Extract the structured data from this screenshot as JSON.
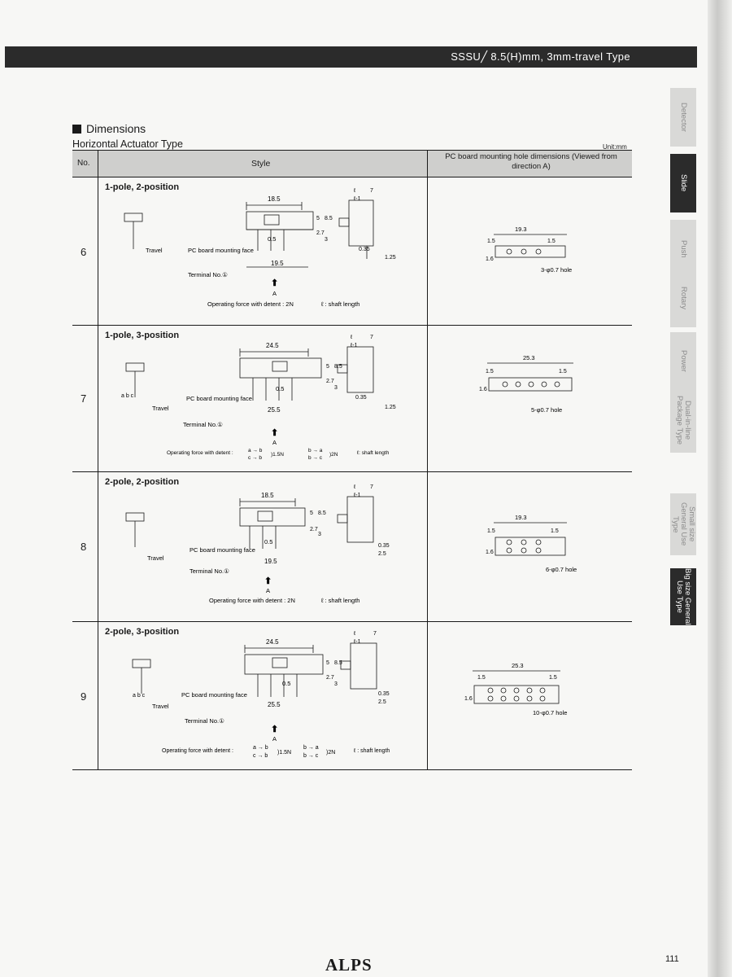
{
  "header": {
    "title": "SSSU╱ 8.5(H)mm, 3mm-travel Type"
  },
  "side_tabs": [
    {
      "label": "Detector",
      "active": false
    },
    {
      "label": "Slide",
      "active": true
    },
    {
      "label": "Push",
      "active": false
    },
    {
      "label": "Rotary",
      "active": false
    },
    {
      "label": "Power",
      "active": false
    },
    {
      "label": "Dual-in-line Package Type",
      "active": false
    },
    {
      "label": "Small size General Use Type",
      "active": false
    },
    {
      "label": "Big size General Use Type",
      "active": true
    }
  ],
  "section": {
    "heading": "Dimensions",
    "subheading": "Horizontal Actuator Type",
    "unit": "Unit:mm"
  },
  "table": {
    "col_no": "No.",
    "col_style": "Style",
    "col_pc": "PC board mounting hole dimensions (Viewed from direction A)",
    "rows": [
      {
        "no": "6",
        "title": "1-pole, 2-position",
        "width_dim": "18.5",
        "bottom_dim": "19.5",
        "operating_force": "Operating force with detent : 2N",
        "shaft_note": "ℓ : shaft length",
        "pc_width": "19.3",
        "pc_hole": "3-φ0.7 hole",
        "terminal": "Terminal No.①",
        "pcb_face": "PC board mounting face",
        "travel": "Travel",
        "letter_a": "A",
        "d_0_5": "0.5",
        "d_3": "3",
        "d_2_7": "2.7",
        "d_5": "5",
        "d_8_5": "8.5",
        "d_l": "ℓ",
        "d_l1": "ℓ-1",
        "d_7": "7",
        "d_035": "0.35",
        "d_125": "1.25",
        "d_15": "1.5",
        "d_16": "1.6"
      },
      {
        "no": "7",
        "title": "1-pole, 3-position",
        "width_dim": "24.5",
        "bottom_dim": "25.5",
        "operating_force": "Operating force with detent :",
        "force_ab": "a → b",
        "force_cb": "c → b",
        "force_15": ")1.5N",
        "force_ba": "b → a",
        "force_bc": "b → c",
        "force_2": ")2N",
        "shaft_note": "ℓ: shaft length",
        "pc_width": "25.3",
        "pc_hole": "5-φ0.7 hole",
        "terminal": "Terminal No.①",
        "pcb_face": "PC board mounting face",
        "travel": "Travel",
        "letter_a": "A",
        "letters": "a b c",
        "d_0_5": "0.5",
        "d_3": "3",
        "d_2_7": "2.7",
        "d_5": "5",
        "d_8_5": "8.5",
        "d_l": "ℓ",
        "d_l1": "ℓ-1",
        "d_7": "7",
        "d_035": "0.35",
        "d_125": "1.25",
        "d_15": "1.5",
        "d_16": "1.6"
      },
      {
        "no": "8",
        "title": "2-pole, 2-position",
        "width_dim": "18.5",
        "bottom_dim": "19.5",
        "operating_force": "Operating force with detent : 2N",
        "shaft_note": "ℓ : shaft length",
        "pc_width": "19.3",
        "pc_hole": "6-φ0.7 hole",
        "terminal": "Terminal No.①",
        "pcb_face": "PC board mounting face",
        "travel": "Travel",
        "letter_a": "A",
        "d_0_5": "0.5",
        "d_3": "3",
        "d_2_7": "2.7",
        "d_5": "5",
        "d_8_5": "8.5",
        "d_l": "ℓ",
        "d_l1": "ℓ-1",
        "d_7": "7",
        "d_035": "0.35",
        "d_25": "2.5",
        "d_15": "1.5",
        "d_16": "1.6"
      },
      {
        "no": "9",
        "title": "2-pole, 3-position",
        "width_dim": "24.5",
        "bottom_dim": "25.5",
        "operating_force": "Operating force with detent :",
        "force_ab": "a → b",
        "force_cb": "c → b",
        "force_15": ")1.5N",
        "force_ba": "b → a",
        "force_bc": "b → c",
        "force_2": ")2N",
        "shaft_note": "ℓ : shaft length",
        "pc_width": "25.3",
        "pc_hole": "10-φ0.7 hole",
        "terminal": "Terminal No.①",
        "pcb_face": "PC board mounting face",
        "travel": "Travel",
        "letter_a": "A",
        "letters": "a b c",
        "d_0_5": "0.5",
        "d_3": "3",
        "d_2_7": "2.7",
        "d_5": "5",
        "d_8_5": "8.5",
        "d_l": "ℓ",
        "d_l1": "ℓ-1",
        "d_7": "7",
        "d_035": "0.35",
        "d_25": "2.5",
        "d_15": "1.5",
        "d_16": "1.6"
      }
    ]
  },
  "footer": {
    "logo": "ALPS",
    "page_number": "111"
  },
  "colors": {
    "banner": "#2b2b2b",
    "tab_active": "#2b2b2b",
    "tab_inactive": "#d9d9d7",
    "header_band": "#cfcfcd"
  }
}
